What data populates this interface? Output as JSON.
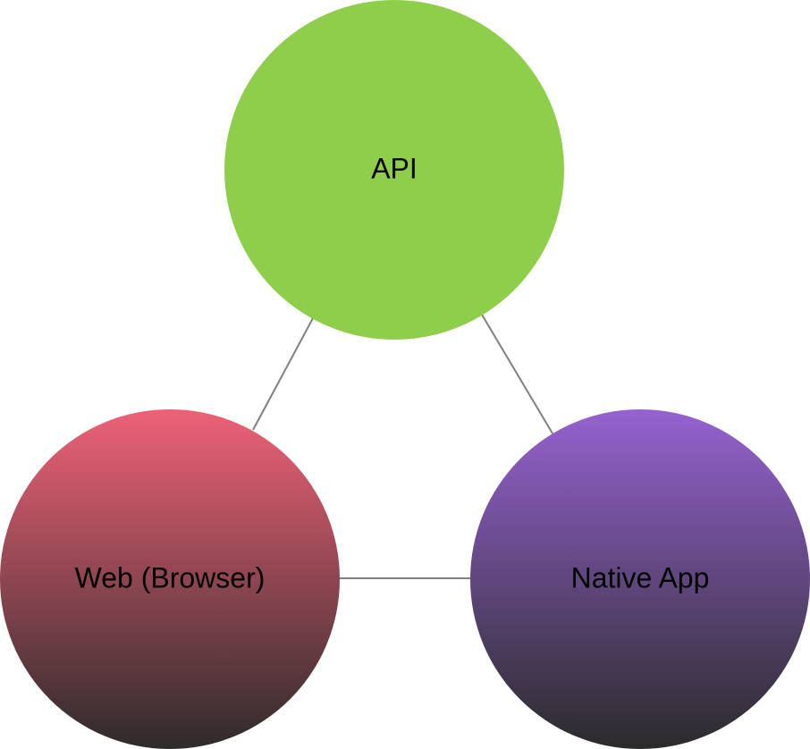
{
  "diagram": {
    "nodes": [
      {
        "id": "api",
        "label": "API",
        "color_top": "#8fce4b",
        "color_bottom": "#8fce4b"
      },
      {
        "id": "web",
        "label": "Web (Browser)",
        "color_top": "#ee6177",
        "color_bottom": "#2e2b2b"
      },
      {
        "id": "native",
        "label": "Native App",
        "color_top": "#9562d0",
        "color_bottom": "#2b2b2b"
      }
    ],
    "edges": [
      {
        "from": "api",
        "to": "web"
      },
      {
        "from": "api",
        "to": "native"
      },
      {
        "from": "web",
        "to": "native"
      }
    ],
    "edge_color": "#808080"
  }
}
